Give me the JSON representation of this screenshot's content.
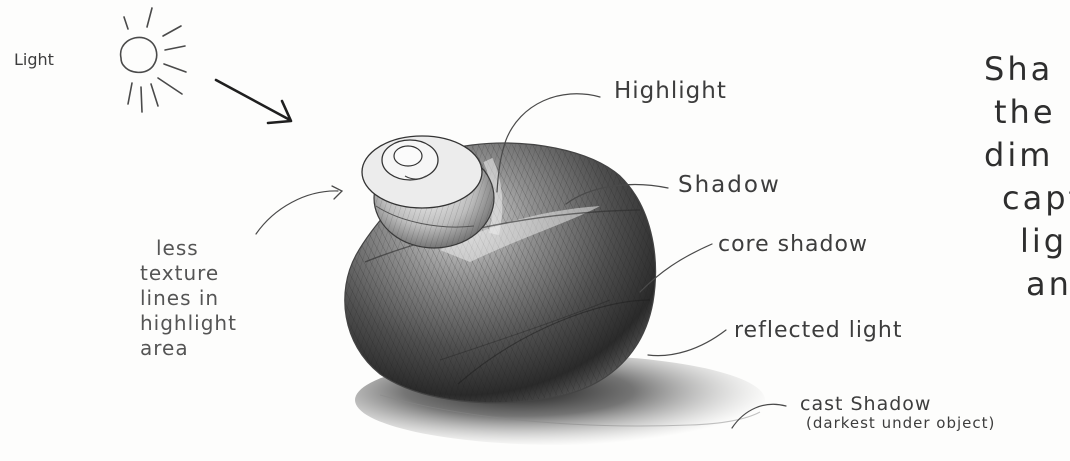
{
  "diagram": {
    "light_label": "Light",
    "labels": {
      "highlight": "Highlight",
      "shadow": "Shadow",
      "core_shadow": "core shadow",
      "reflected_light": "reflected light",
      "cast_shadow": "cast Shadow",
      "cast_shadow_note": "(darkest under object)"
    },
    "less_texture_note": [
      "less",
      "texture",
      "lines in",
      "highlight",
      "area"
    ],
    "side_note_lines": [
      "Sha",
      "the",
      "dim",
      "capt",
      "lig",
      "an"
    ]
  }
}
